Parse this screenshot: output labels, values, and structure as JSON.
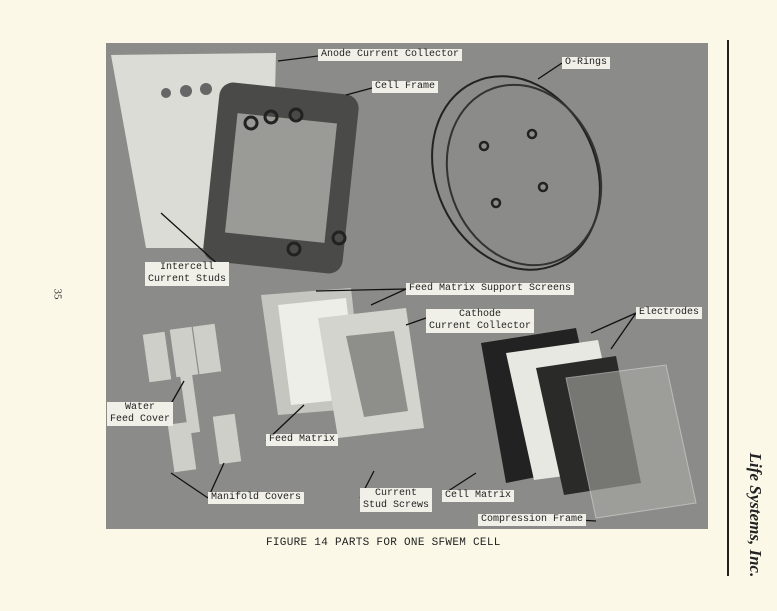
{
  "figure": {
    "caption": "FIGURE 14  PARTS FOR ONE SFWEM CELL",
    "labels": {
      "anode_current_collector": "Anode Current Collector",
      "cell_frame": "Cell Frame",
      "o_rings": "O-Rings",
      "intercell_current_studs": [
        "Intercell",
        "Current Studs"
      ],
      "feed_matrix_support_screens": "Feed Matrix Support Screens",
      "cathode_current_collector": [
        "Cathode",
        "Current Collector"
      ],
      "electrodes": "Electrodes",
      "water_feed_cover": [
        "Water",
        "Feed Cover"
      ],
      "feed_matrix": "Feed Matrix",
      "manifold_covers": "Manifold Covers",
      "current_stud_screws": [
        "Current",
        "Stud Screws"
      ],
      "cell_matrix": "Cell Matrix",
      "compression_frame": "Compression Frame"
    }
  },
  "page_number": "35",
  "side_text": "Life Systems, Inc."
}
